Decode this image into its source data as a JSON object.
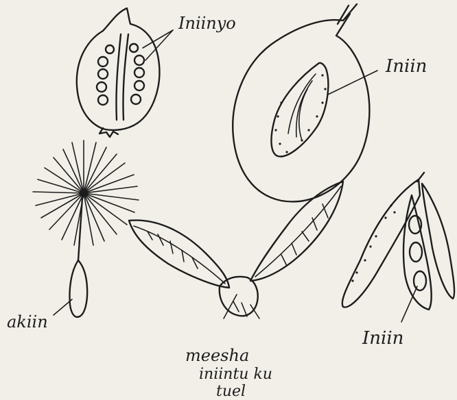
{
  "labels": {
    "fruit_seeds": "Iniinyo",
    "fruit_stone": "Iniin",
    "dandelion": "akiin",
    "winged": [
      "meesha",
      "iniintu ku",
      "tuel"
    ],
    "pod": "Iniin"
  },
  "ink_color": "#1d1d1d",
  "paper_color": "#f1efe8"
}
